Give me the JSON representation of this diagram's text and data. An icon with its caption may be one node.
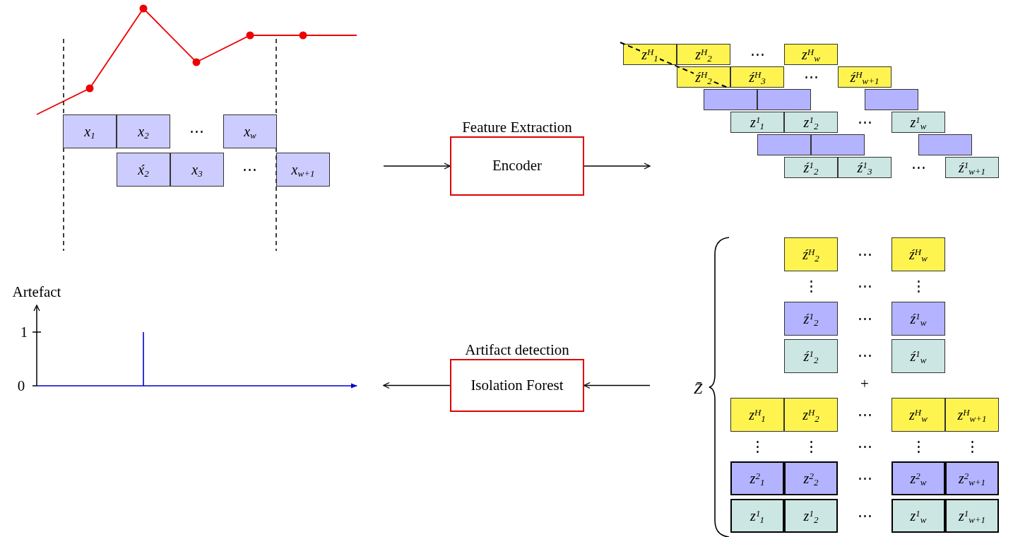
{
  "diagram": {
    "nodes": [
      {
        "text": [
          "x$_{1}$"
        ]
      },
      {
        "text": [
          "x$_{2}$"
        ]
      },
      {
        "text": [
          "x$_{w}$"
        ]
      },
      {
        "text": [
          "x́$_{2}$"
        ]
      },
      {
        "text": [
          "x$_{3}$"
        ]
      },
      {
        "text": [
          "x$_{w+1}$"
        ]
      },
      {
        "text": [
          "Feature Extraction",
          "Encoder"
        ]
      },
      {
        "text": [
          "z$^{H}$$_{1}$"
        ]
      },
      {
        "text": [
          "z$^{H}$$_{2}$"
        ]
      },
      {
        "text": [
          "z$^{H}$$_{w}$"
        ]
      },
      {
        "text": [
          "ź$^{H}$$_{2}$"
        ]
      },
      {
        "text": [
          "ź$^{H}$$_{3}$"
        ]
      },
      {
        "text": [
          "ź$^{H}$$_{w+1}$"
        ]
      },
      {
        "text": [],
        "shape": "box"
      },
      {
        "text": [],
        "shape": "box"
      },
      {
        "text": [],
        "shape": "box"
      },
      {
        "text": [
          "z$^{1}$$_{1}$"
        ]
      },
      {
        "text": [
          "z$^{1}$$_{2}$"
        ]
      },
      {
        "text": [
          "z$^{1}$$_{w}$"
        ]
      },
      {
        "text": [],
        "shape": "box"
      },
      {
        "text": [],
        "shape": "box"
      },
      {
        "text": [],
        "shape": "box"
      },
      {
        "text": [
          "ź$^{1}$$_{2}$"
        ]
      },
      {
        "text": [
          "ź$^{1}$$_{3}$"
        ]
      },
      {
        "text": [
          "ź$^{1}$$_{w+1}$"
        ]
      },
      {
        "text": [
          "ź$^{H}$$_{2}$"
        ]
      },
      {
        "text": [
          "ź$^{H}$$_{w}$"
        ]
      },
      {
        "text": [
          "ź$^{1}$$_{2}$"
        ]
      },
      {
        "text": [
          "ź$^{1}$$_{w}$"
        ]
      },
      {
        "text": [
          "ź$^{1}$$_{2}$"
        ]
      },
      {
        "text": [
          "ź$^{1}$$_{w}$"
        ]
      },
      {
        "text": [
          "Artifact detection",
          "Isolation Forest"
        ]
      },
      {
        "text": [
          "z$^{H}$$_{1}$"
        ]
      },
      {
        "text": [
          "z$^{H}$$_{2}$"
        ]
      },
      {
        "text": [
          "z$^{H}$$_{w}$"
        ]
      },
      {
        "text": [
          "z$^{H}$$_{w+1}$"
        ]
      },
      {
        "text": [
          "z$^{2}$$_{1}$"
        ]
      },
      {
        "text": [
          "z$^{2}$$_{2}$"
        ]
      },
      {
        "text": [
          "z$^{2}$$_{w}$"
        ]
      },
      {
        "text": [
          "z$^{2}$$_{w+1}$"
        ]
      },
      {
        "text": [
          "z$^{1}$$_{1}$"
        ]
      },
      {
        "text": [
          "z$^{1}$$_{2}$"
        ]
      },
      {
        "text": [
          "z$^{1}$$_{w}$"
        ]
      },
      {
        "text": [
          "z$^{1}$$_{w+1}$"
        ]
      }
    ],
    "edges": [
      {
        "from": null,
        "to": 6,
        "arrow": "to"
      },
      {
        "from": 6,
        "to": null,
        "arrow": "to"
      },
      {
        "from": null,
        "to": 31,
        "arrow": "to"
      },
      {
        "from": 31,
        "to": null,
        "arrow": "to"
      }
    ],
    "labels": [
      "⋯",
      "⋯",
      "⋯",
      "⋯",
      "⋯",
      "⋯",
      "Artefact",
      "1",
      "0",
      "⋯",
      "⋮",
      "⋯",
      "⋮",
      "⋯",
      "⋯",
      "+",
      "Z̄",
      "⋯",
      "⋮",
      "⋮",
      "⋯",
      "⋮",
      "⋮",
      "⋯",
      "⋯"
    ]
  }
}
